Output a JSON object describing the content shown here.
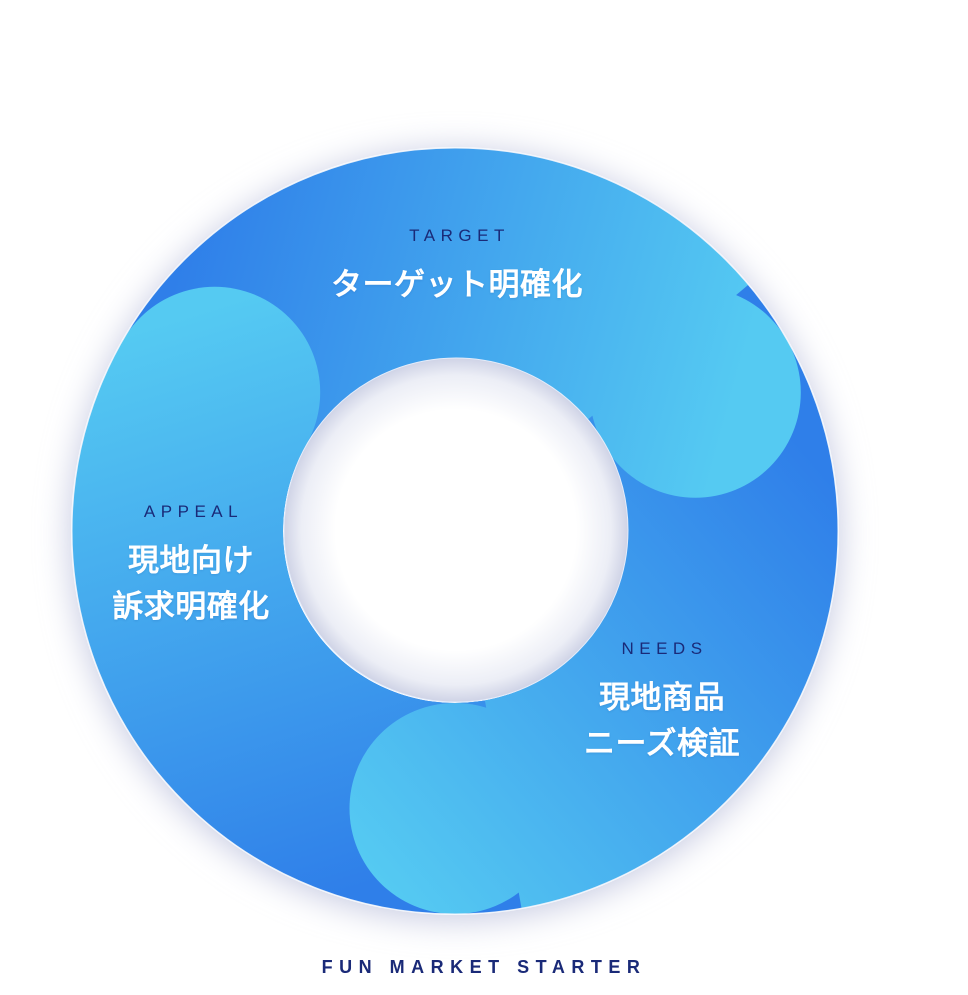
{
  "diagram": {
    "type": "cycle-ring",
    "segments": [
      {
        "id": "target",
        "label_en": "TARGET",
        "label_jp_lines": [
          "ターゲット明確化"
        ]
      },
      {
        "id": "needs",
        "label_en": "NEEDS",
        "label_jp_lines": [
          "現地商品",
          "ニーズ検証"
        ]
      },
      {
        "id": "appeal",
        "label_en": "APPEAL",
        "label_jp_lines": [
          "現地向け",
          "訴求明確化"
        ]
      }
    ],
    "colors": {
      "segment_dark": "#2f7fe9",
      "segment_light": "#55caf2",
      "label_en": "#1a2a78",
      "label_jp": "#ffffff",
      "shadow": "#c9cde3"
    }
  },
  "footer": {
    "title": "FUN MARKET STARTER"
  }
}
